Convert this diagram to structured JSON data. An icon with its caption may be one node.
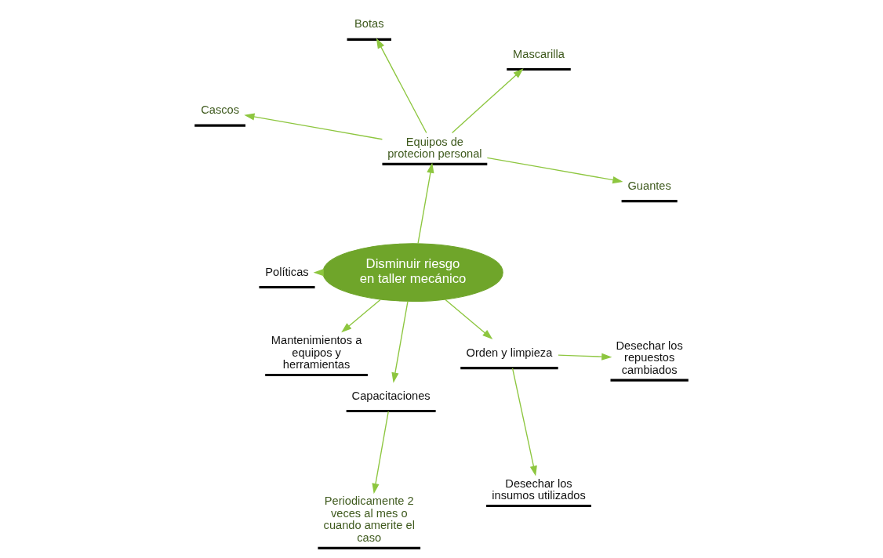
{
  "diagram": {
    "nodes": [
      {
        "text": [
          "Disminuir riesgo en taller mecánico"
        ]
      },
      {
        "text": [
          "Equipos de protecion personal"
        ]
      },
      {
        "text": [
          "Guantes"
        ]
      },
      {
        "text": [
          "Mascarilla"
        ]
      },
      {
        "text": [
          "Botas"
        ]
      },
      {
        "text": [
          "Cascos"
        ]
      },
      {
        "text": [
          "Políticas"
        ]
      },
      {
        "text": [
          "Mantenimientos a equipos y herramientas"
        ]
      },
      {
        "text": [
          "Capacitaciones"
        ]
      },
      {
        "text": [
          "Periodicamente 2 veces al mes o cuando amerite el caso"
        ]
      },
      {
        "text": [
          "Orden y limpieza"
        ]
      },
      {
        "text": [
          "Desechar los insumos utilizados"
        ]
      },
      {
        "text": [
          "Desechar los repuestos cambiados"
        ]
      }
    ],
    "edges": [
      {
        "from": 0,
        "to": 1,
        "arrow": "to"
      },
      {
        "from": 1,
        "to": 2,
        "arrow": "to"
      },
      {
        "from": 1,
        "to": 3,
        "arrow": "to"
      },
      {
        "from": 1,
        "to": 4,
        "arrow": "to"
      },
      {
        "from": 1,
        "to": 5,
        "arrow": "to"
      },
      {
        "from": 0,
        "to": 6,
        "arrow": "to"
      },
      {
        "from": 0,
        "to": 7,
        "arrow": "to"
      },
      {
        "from": 0,
        "to": 8,
        "arrow": "to"
      },
      {
        "from": 8,
        "to": 9,
        "arrow": "to"
      },
      {
        "from": 0,
        "to": 10,
        "arrow": "to"
      },
      {
        "from": 10,
        "to": 11,
        "arrow": "to"
      },
      {
        "from": 10,
        "to": 12,
        "arrow": "to"
      }
    ]
  }
}
